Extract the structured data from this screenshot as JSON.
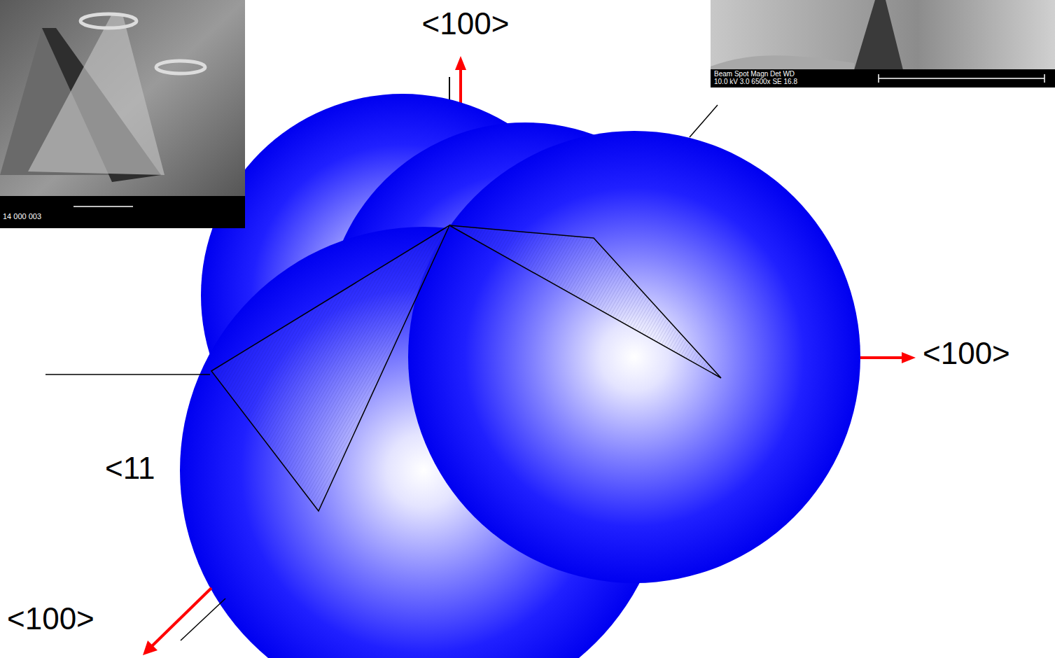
{
  "diagram": {
    "labels": [
      "<100>",
      "<100>",
      "<11",
      "<100>",
      "14 000 003",
      "Beam Spot Magn Det WD",
      "10.0 kV 3.0 6500x SE 16.8"
    ]
  }
}
